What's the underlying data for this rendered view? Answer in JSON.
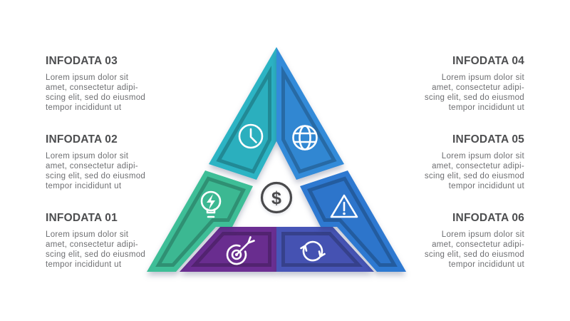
{
  "palette": {
    "teal": "#2CB4C4",
    "green": "#3EBE97",
    "blue_top": "#338BD9",
    "blue_bottom": "#2E79D1",
    "purple": "#6C2E93",
    "indigo": "#4755B7",
    "center_icon": "#4A4A4C",
    "heading_text": "#4D4E50",
    "body_text": "#6D6E71",
    "icon_stroke": "#FFFFFF"
  },
  "center": {
    "currency_symbol": "$"
  },
  "blocks": [
    {
      "title": "INFODATA 01",
      "body": "Lorem ipsum dolor sit\namet, consectetur adipi-\nscing elit, sed do eiusmod\ntempor incididunt ut"
    },
    {
      "title": "INFODATA 02",
      "body": "Lorem ipsum dolor sit\namet, consectetur adipi-\nscing elit, sed do eiusmod\ntempor incididunt ut"
    },
    {
      "title": "INFODATA 03",
      "body": "Lorem ipsum dolor sit\namet, consectetur adipi-\nscing elit, sed do eiusmod\ntempor incididunt ut"
    },
    {
      "title": "INFODATA 04",
      "body": "Lorem ipsum dolor sit\namet, consectetur adipi-\nscing elit, sed do eiusmod\ntempor incididunt ut"
    },
    {
      "title": "INFODATA 05",
      "body": "Lorem ipsum dolor sit\namet, consectetur adipi-\nscing elit, sed do eiusmod\ntempor incididunt ut"
    },
    {
      "title": "INFODATA 06",
      "body": "Lorem ipsum dolor sit\namet, consectetur adipi-\nscing elit, sed do eiusmod\ntempor incididunt ut"
    }
  ]
}
